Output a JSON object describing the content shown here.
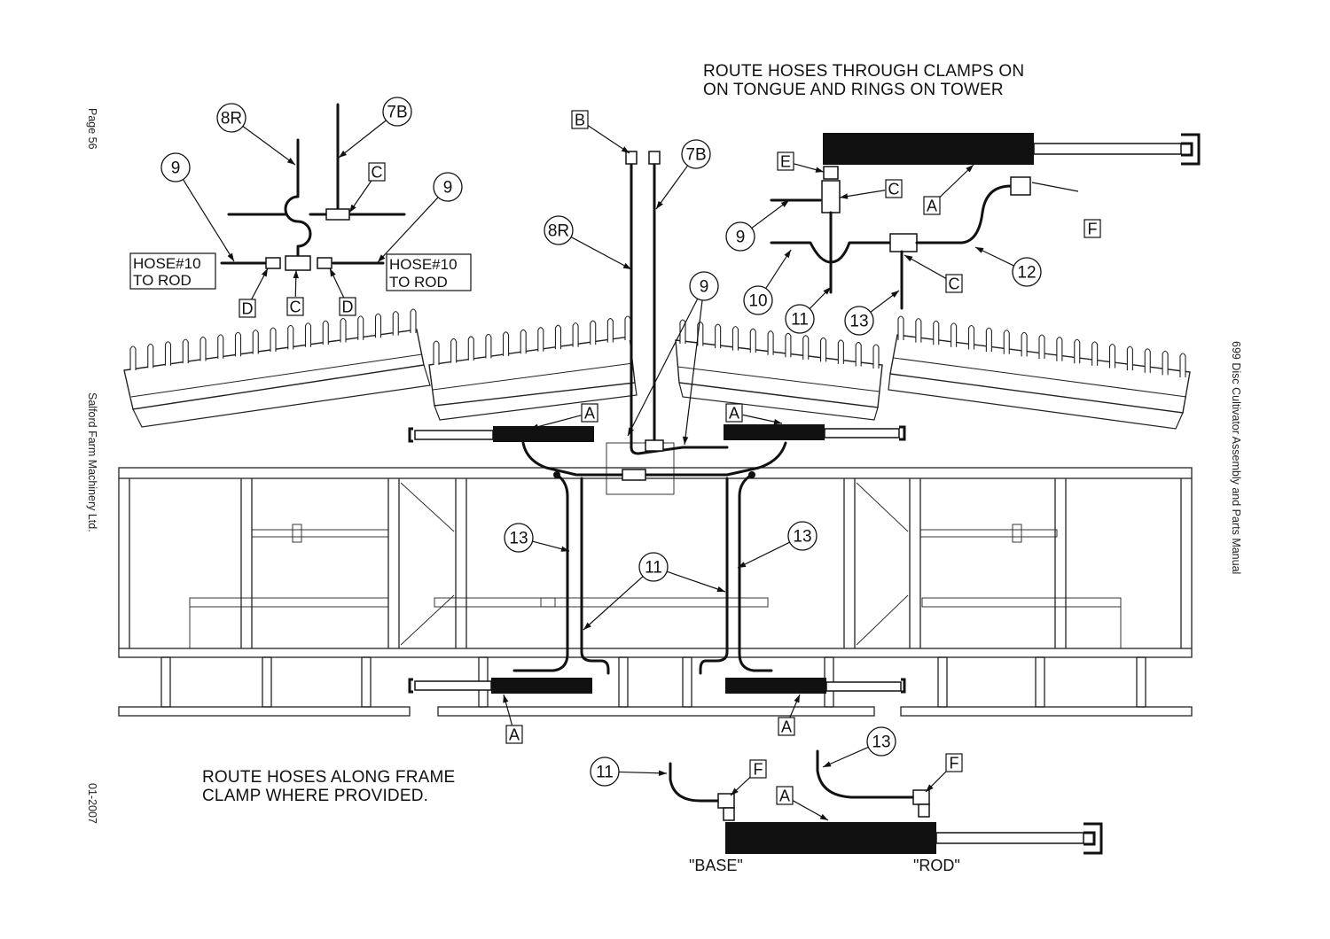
{
  "side_text": {
    "page": "Page 56",
    "company": "Salford Farm Machinery Ltd.",
    "date": "01-2007",
    "manual": "699 Disc Cultivator Assembly and Parts Manual"
  },
  "notes": {
    "top_line1": "ROUTE HOSES THROUGH CLAMPS ON",
    "top_line2": "ON TONGUE AND RINGS ON TOWER",
    "bottom_line1": "ROUTE HOSES ALONG FRAME",
    "bottom_line2": "CLAMP WHERE PROVIDED."
  },
  "hose_boxes": {
    "left_line1": "HOSE#10",
    "left_line2": "TO ROD",
    "right_line1": "HOSE#10",
    "right_line2": "TO ROD"
  },
  "cylinder_ends": {
    "base": "\"BASE\"",
    "rod": "\"ROD\""
  },
  "circle_callouts": {
    "tl_8r": "8R",
    "tl_7b": "7B",
    "tl_9_left": "9",
    "tl_9_right": "9",
    "mid_8r": "8R",
    "mid_7b": "7B",
    "mid_9": "9",
    "tr_9": "9",
    "tr_10": "10",
    "tr_11": "11",
    "tr_13": "13",
    "tr_12": "12",
    "frame_13_left": "13",
    "frame_11": "11",
    "frame_13_right": "13",
    "bot_11": "11",
    "bot_13": "13"
  },
  "box_callouts": {
    "tl_c_top": "C",
    "tl_d_left": "D",
    "tl_c_mid": "C",
    "tl_d_right": "D",
    "mid_b": "B",
    "tr_e": "E",
    "tr_c_top": "C",
    "tr_a": "A",
    "tr_f": "F",
    "tr_c_low": "C",
    "frame_a_ul": "A",
    "frame_a_ur": "A",
    "frame_a_ll": "A",
    "frame_a_lr": "A",
    "bot_f_left": "F",
    "bot_f_right": "F",
    "bot_a": "A"
  }
}
